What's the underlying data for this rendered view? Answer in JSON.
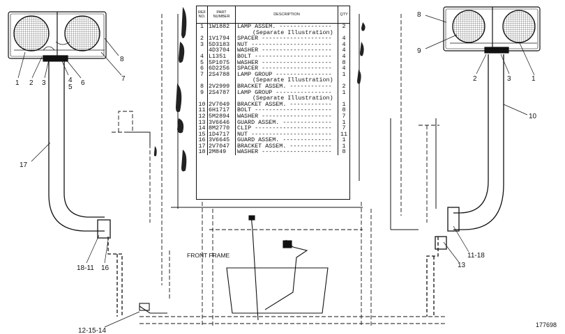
{
  "figure_number": "177698",
  "frame_label": "FRONT FRAME",
  "table": {
    "headers": {
      "ref": "REF NO.",
      "part": "PART NUMBER",
      "description": "DESCRIPTION",
      "qty": "QTY"
    },
    "rows": [
      {
        "ref": "1",
        "part": "1W1882",
        "desc": "LAMP ASSEM.",
        "qty": "2"
      },
      {
        "ref": "",
        "part": "",
        "desc": "(Separate Illustration)",
        "qty": "",
        "note": true
      },
      {
        "ref": "2",
        "part": "1V1794",
        "desc": "SPACER",
        "qty": "4"
      },
      {
        "ref": "3",
        "part": "5D3183",
        "desc": "NUT",
        "qty": "4"
      },
      {
        "ref": "",
        "part": "4D3704",
        "desc": "WASHER",
        "qty": "4"
      },
      {
        "ref": "4",
        "part": "L1351",
        "desc": "BOLT",
        "qty": "4"
      },
      {
        "ref": "5",
        "part": "5P1075",
        "desc": "WASHER",
        "qty": "8"
      },
      {
        "ref": "6",
        "part": "6D2256",
        "desc": "SPACER",
        "qty": "4"
      },
      {
        "ref": "7",
        "part": "2S4788",
        "desc": "LAMP GROUP",
        "qty": "1"
      },
      {
        "ref": "",
        "part": "",
        "desc": "(Separate Illustration)",
        "qty": "",
        "note": true
      },
      {
        "ref": "8",
        "part": "2V2999",
        "desc": "BRACKET ASSEM.",
        "qty": "2"
      },
      {
        "ref": "9",
        "part": "2S4787",
        "desc": "LAMP GROUP",
        "qty": "1"
      },
      {
        "ref": "",
        "part": "",
        "desc": "(Separate Illustration)",
        "qty": "",
        "note": true
      },
      {
        "ref": "10",
        "part": "2V7049",
        "desc": "BRACKET ASSEM.",
        "qty": "1"
      },
      {
        "ref": "11",
        "part": "6H1717",
        "desc": "BOLT",
        "qty": "8"
      },
      {
        "ref": "12",
        "part": "5M2894",
        "desc": "WASHER",
        "qty": "7"
      },
      {
        "ref": "13",
        "part": "3V6646",
        "desc": "GUARD ASSEM.",
        "qty": "1"
      },
      {
        "ref": "14",
        "part": "8M2770",
        "desc": "CLIP",
        "qty": "7"
      },
      {
        "ref": "15",
        "part": "1D4717",
        "desc": "NUT",
        "qty": "11"
      },
      {
        "ref": "16",
        "part": "3V6645",
        "desc": "GUARD ASSEM.",
        "qty": "1"
      },
      {
        "ref": "17",
        "part": "2V7047",
        "desc": "BRACKET ASSEM.",
        "qty": "1"
      },
      {
        "ref": "18",
        "part": "2M849",
        "desc": "WASHER",
        "qty": "8"
      }
    ]
  },
  "callouts": {
    "left_lamp": [
      "1",
      "2",
      "3",
      "4",
      "5",
      "6",
      "7",
      "8"
    ],
    "right_lamp": [
      "8",
      "9",
      "2",
      "3",
      "1"
    ],
    "left_bracket": "17",
    "left_lower_a": "18-11",
    "left_lower_b": "16",
    "left_bottom": "12-15-14",
    "right_bracket": "10",
    "right_lower_a": "11-18",
    "right_lower_b": "13"
  }
}
